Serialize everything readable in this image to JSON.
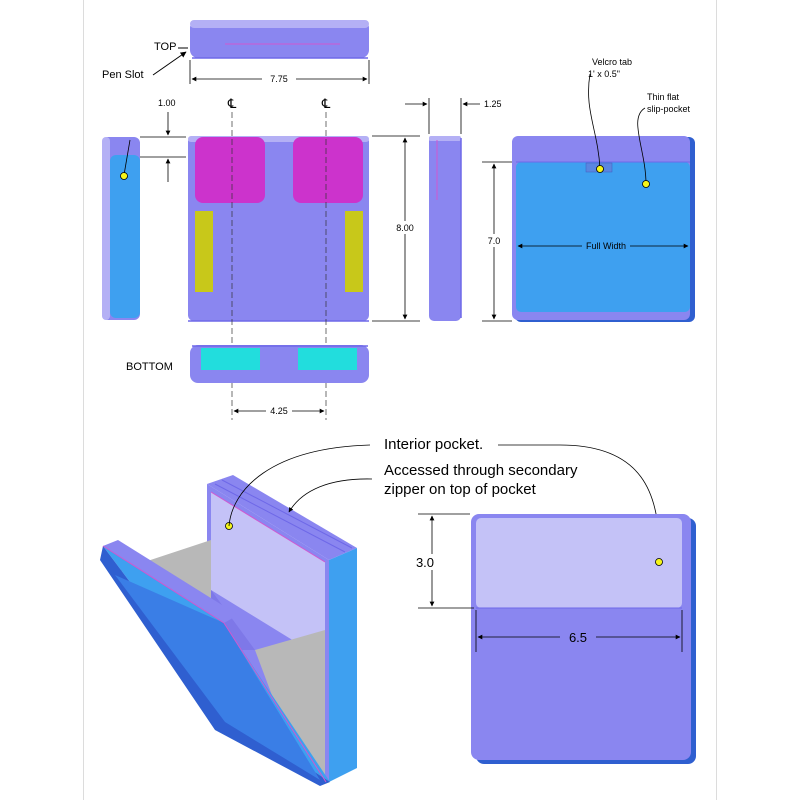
{
  "labels": {
    "top": "TOP",
    "bottom": "BOTTOM",
    "pen_slot": "Pen Slot",
    "velcro_line1": "Velcro tab",
    "velcro_line2": "1' x 0.5\"",
    "slip_line1": "Thin flat",
    "slip_line2": "slip-pocket",
    "full_width": "Full Width",
    "interior_pocket": "Interior pocket.",
    "accessed_line1": "Accessed through secondary",
    "accessed_line2": "zipper on top of pocket",
    "centerline": "℄"
  },
  "dimensions": {
    "top_width": "7.75",
    "slot_depth": "1.00",
    "side_thickness": "1.25",
    "height": "8.00",
    "pocket_height": "7.0",
    "center_spacing": "4.25",
    "interior_height": "3.0",
    "interior_width": "6.5"
  },
  "colors": {
    "body": "#8a86f0",
    "body_light": "#b4b0f5",
    "edge": "#6e68e8",
    "blue": "#3ea0f0",
    "blue_dark": "#2f5fd0",
    "magenta": "#cc33cc",
    "yellow": "#c8c81a",
    "cyan": "#22dddd",
    "gray": "#b8b8b8",
    "pocket_light": "#c4c2f7",
    "dot": "#f5f51a"
  }
}
